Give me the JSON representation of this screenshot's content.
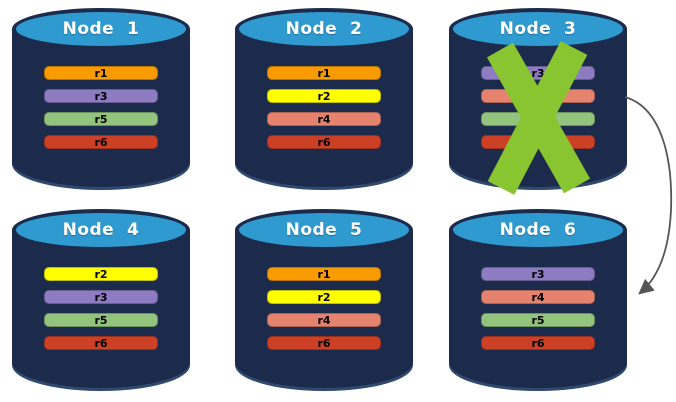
{
  "diagram": {
    "nodes": [
      {
        "id": "node-1",
        "label": "Node  1",
        "failed": false,
        "replicas": [
          {
            "name": "r1",
            "color": "#F89B00"
          },
          {
            "name": "r3",
            "color": "#8E7CC3"
          },
          {
            "name": "r5",
            "color": "#93C47D"
          },
          {
            "name": "r6",
            "color": "#CC4125"
          }
        ]
      },
      {
        "id": "node-2",
        "label": "Node  2",
        "failed": false,
        "replicas": [
          {
            "name": "r1",
            "color": "#F89B00"
          },
          {
            "name": "r2",
            "color": "#FFFF00"
          },
          {
            "name": "r4",
            "color": "#E5836F"
          },
          {
            "name": "r6",
            "color": "#CC4125"
          }
        ]
      },
      {
        "id": "node-3",
        "label": "Node  3",
        "failed": true,
        "replicas": [
          {
            "name": "r3",
            "color": "#8E7CC3"
          },
          {
            "name": "r4",
            "color": "#E5836F"
          },
          {
            "name": "r5",
            "color": "#93C47D"
          },
          {
            "name": "r6",
            "color": "#CC4125"
          }
        ]
      },
      {
        "id": "node-4",
        "label": "Node  4",
        "failed": false,
        "replicas": [
          {
            "name": "r2",
            "color": "#FFFF00"
          },
          {
            "name": "r3",
            "color": "#8E7CC3"
          },
          {
            "name": "r5",
            "color": "#93C47D"
          },
          {
            "name": "r6",
            "color": "#CC4125"
          }
        ]
      },
      {
        "id": "node-5",
        "label": "Node  5",
        "failed": false,
        "replicas": [
          {
            "name": "r1",
            "color": "#F89B00"
          },
          {
            "name": "r2",
            "color": "#FFFF00"
          },
          {
            "name": "r4",
            "color": "#E5836F"
          },
          {
            "name": "r6",
            "color": "#CC4125"
          }
        ]
      },
      {
        "id": "node-6",
        "label": "Node  6",
        "failed": false,
        "replicas": [
          {
            "name": "r3",
            "color": "#8E7CC3"
          },
          {
            "name": "r4",
            "color": "#E5836F"
          },
          {
            "name": "r5",
            "color": "#93C47D"
          },
          {
            "name": "r6",
            "color": "#CC4125"
          }
        ]
      }
    ],
    "failure_mark": {
      "icon": "x-mark",
      "on_node": "Node  3",
      "color": "#89C431"
    },
    "arrow": {
      "from": "Node  3",
      "to": "Node  6",
      "color": "#555555"
    },
    "colors": {
      "cylinder_body": "#1C2B4B",
      "cylinder_top": "#2E9AD0",
      "bar_text": "#000000",
      "title_text": "#FFFFFF"
    }
  }
}
